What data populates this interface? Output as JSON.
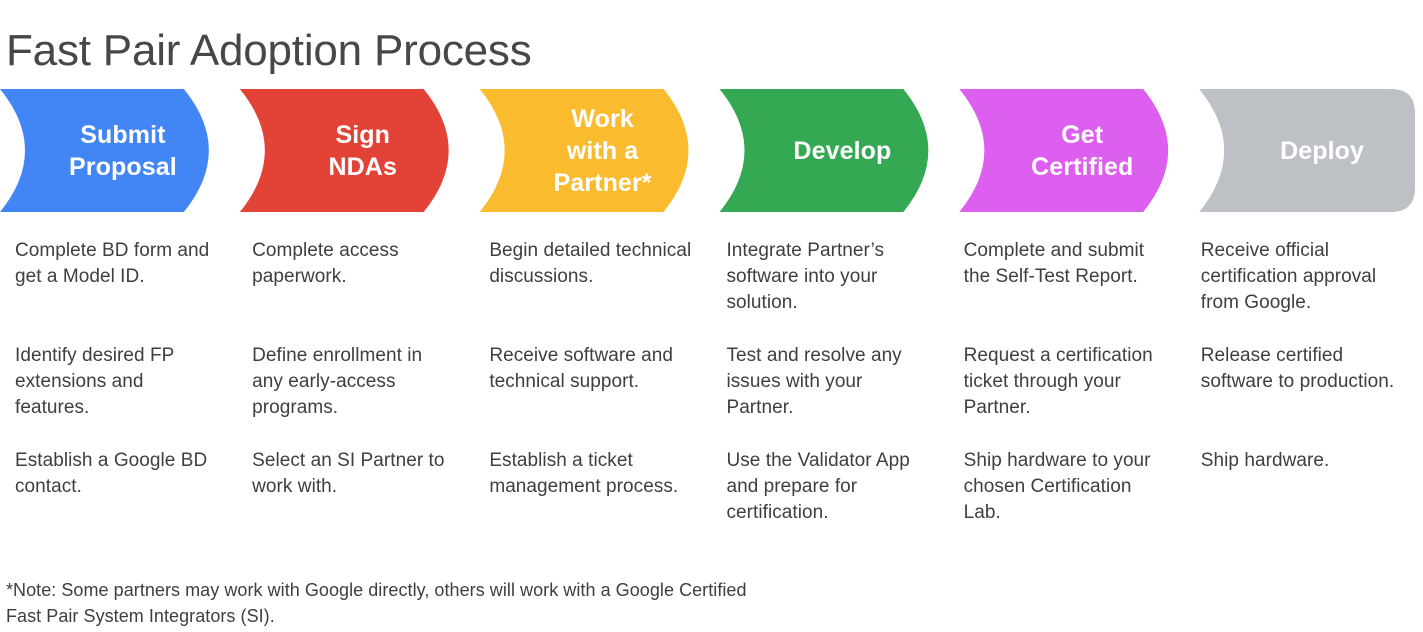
{
  "title": "Fast Pair Adoption Process",
  "colors": {
    "title_text": "#474747",
    "body_text": "#3c4043",
    "stage_blue": "#4285f4",
    "stage_red": "#e34336",
    "stage_yellow": "#fabc2e",
    "stage_green": "#34a853",
    "stage_magenta": "#dd5fef",
    "stage_gray": "#bdc1c6",
    "stage_label_text": "#ffffff",
    "background": "#ffffff"
  },
  "stages": [
    {
      "label": "Submit\nProposal",
      "color": "#4285f4",
      "bullets": [
        "Complete BD form and get a Model ID.",
        "Identify desired FP extensions and features.",
        "Establish a Google BD contact."
      ]
    },
    {
      "label": "Sign\nNDAs",
      "color": "#e34336",
      "bullets": [
        "Complete access paperwork.",
        "Define enrollment in any early-access programs.",
        "Select an SI Partner to work with."
      ]
    },
    {
      "label": "Work\nwith a\nPartner*",
      "color": "#fabc2e",
      "bullets": [
        "Begin detailed technical discussions.",
        "Receive software and technical support.",
        "Establish a ticket management process."
      ]
    },
    {
      "label": "Develop",
      "color": "#34a853",
      "bullets": [
        "Integrate Partner’s software into your solution.",
        "Test and resolve any issues with your Partner.",
        "Use the Validator App and prepare for certification."
      ]
    },
    {
      "label": "Get\nCertified",
      "color": "#dd5fef",
      "bullets": [
        "Complete and submit the Self-Test Report.",
        "Request a certification ticket through your Partner.",
        "Ship hardware to your chosen Certification Lab."
      ]
    },
    {
      "label": "Deploy",
      "color": "#bdc1c6",
      "bullets": [
        "Receive official certification approval from Google.",
        "Release certified software to production.",
        "Ship hardware."
      ]
    }
  ],
  "footnote": "*Note: Some partners may work with Google directly, others will work with a Google Certified Fast Pair System Integrators (SI)."
}
